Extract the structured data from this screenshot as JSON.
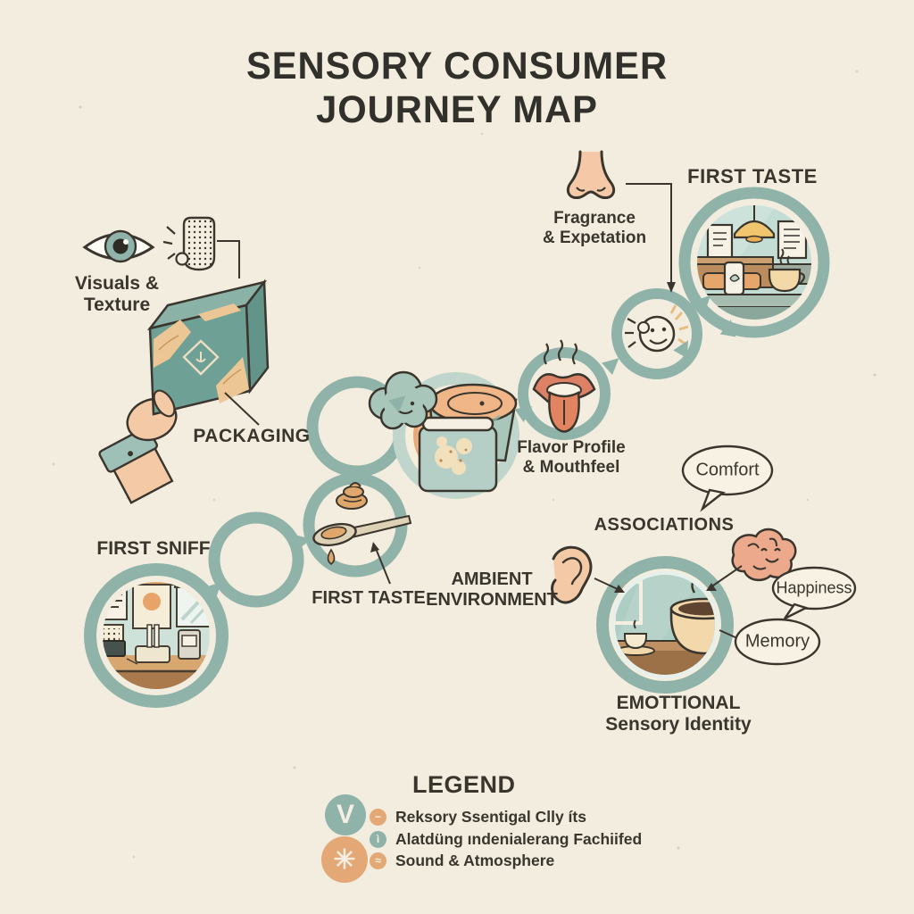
{
  "title": "SENSORY CONSUMER JOURNEY MAP",
  "colors": {
    "background": "#f2edde",
    "teal_ring": "#8fb2a9",
    "teal_light_ring": "#c0d5cb",
    "box_teal": "#6fa096",
    "orange": "#e9a876",
    "tan_patch": "#ecc795",
    "skin": "#f3c9a6",
    "ink": "#3a362e",
    "cream": "#f7f2e4",
    "lamp_yellow": "#f0c56d",
    "tongue_salmon": "#dd8166"
  },
  "stages": {
    "visuals_texture": {
      "label": "Visuals &\nTexture"
    },
    "packaging": {
      "label": "PACKAGING"
    },
    "fragrance": {
      "label": "Fragrance\n& Expetation"
    },
    "first_sniff": {
      "label": "FIRST SNIFF"
    },
    "first_taste_mid": {
      "label": "FIRST TASTE"
    },
    "flavor": {
      "label": "Flavor Profile\n& Mouthfeel"
    },
    "ambient": {
      "label": "AMBIENT\nENVIRONMENT"
    },
    "first_taste_top": {
      "label": "FIRST TASTE"
    },
    "associations": {
      "label": "ASSOCIATIONS"
    },
    "emotional": {
      "label": "EMOTTIONAL\nSensory Identity"
    }
  },
  "bubbles": {
    "comfort": "Comfort",
    "happiness": "Happiness",
    "memory": "Memory"
  },
  "legend": {
    "title": "LEGEND",
    "badges": [
      {
        "icon": "v-badge-icon",
        "glyph": "V",
        "color": "#8fb2a9"
      },
      {
        "icon": "asterisk-badge-icon",
        "glyph": "✳",
        "color": "#e3a876"
      }
    ],
    "items": [
      {
        "icon": "minus-bullet-icon",
        "glyph": "−",
        "color": "#e3a876",
        "label": "Reksory Ssentigal Clly íts"
      },
      {
        "icon": "info-bullet-icon",
        "glyph": "ì",
        "color": "#8fb2a9",
        "label": "Alatdüng ındenialerang Fachiifed"
      },
      {
        "icon": "wave-bullet-icon",
        "glyph": "≈",
        "color": "#e3a876",
        "label": "Sound & Atmosphere"
      }
    ]
  }
}
